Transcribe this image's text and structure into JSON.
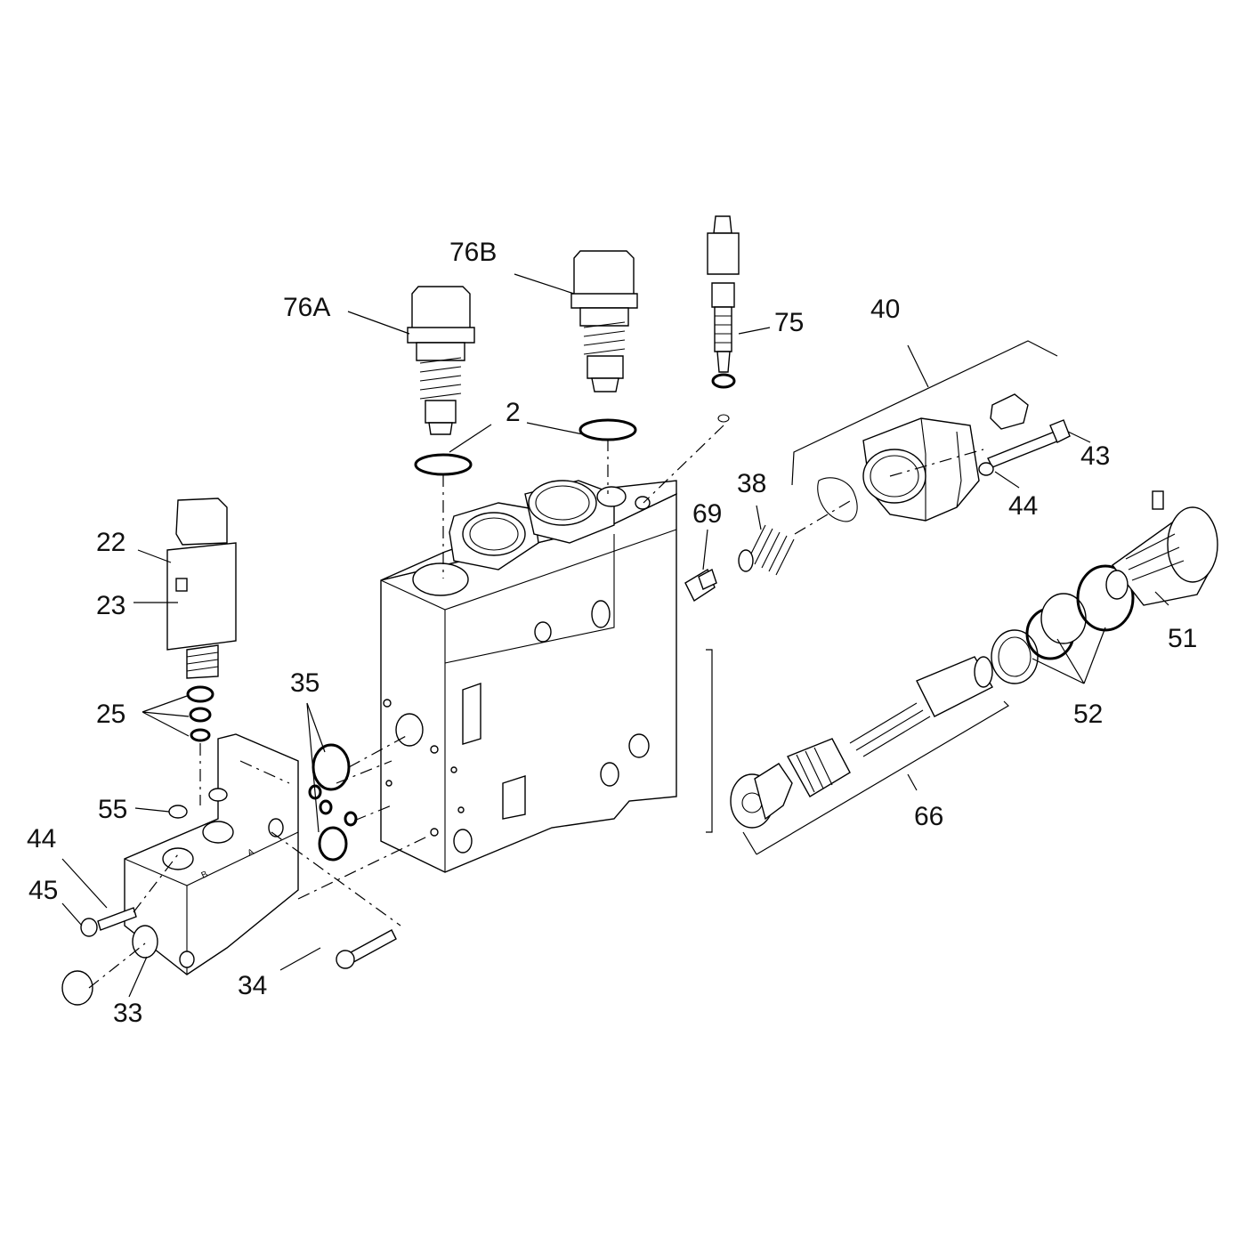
{
  "labels": {
    "l76B": "76B",
    "l76A": "76A",
    "l75": "75",
    "l40": "40",
    "l2": "2",
    "l38": "38",
    "l43": "43",
    "l44a": "44",
    "l69": "69",
    "l22": "22",
    "l23": "23",
    "l51": "51",
    "l35": "35",
    "l25": "25",
    "l52": "52",
    "l55": "55",
    "l66": "66",
    "l44b": "44",
    "l45": "45",
    "l34": "34",
    "l33": "33"
  },
  "stamps": {
    "block_b": "B",
    "block_a": "A"
  }
}
